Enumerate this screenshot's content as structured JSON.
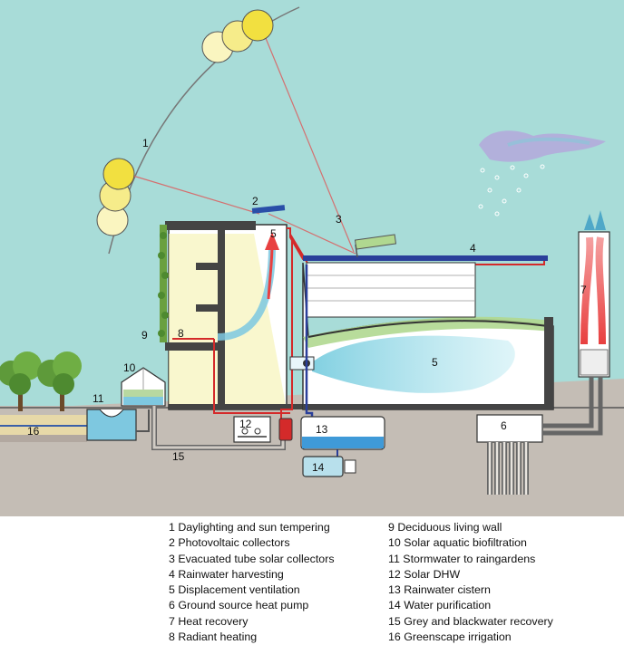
{
  "callouts": [
    "1",
    "2",
    "3",
    "4",
    "5",
    "5",
    "6",
    "7",
    "8",
    "9",
    "10",
    "11",
    "12",
    "13",
    "14",
    "15",
    "16"
  ],
  "legend": {
    "left": [
      "1 Daylighting and sun tempering",
      "2 Photovoltaic collectors",
      "3 Evacuated tube solar collectors",
      "4 Rainwater harvesting",
      "5 Displacement ventilation",
      "6 Ground source heat pump",
      "7 Heat recovery",
      "8 Radiant heating"
    ],
    "right": [
      "9 Deciduous living wall",
      "10 Solar aquatic biofiltration",
      "11 Stormwater to raingardens",
      "12 Solar DHW",
      "13 Rainwater cistern",
      "14 Water purification",
      "15 Grey and blackwater recovery",
      "16 Greenscape irrigation"
    ]
  },
  "colors": {
    "sky": "#a8dcd8",
    "ground": "#c4bdb5",
    "sun": "#f2e040",
    "pipe_red": "#d42a2a",
    "pipe_blue": "#2a3f9a",
    "air_flow": "#8fd0e0",
    "daylight": "#f6f2b4"
  }
}
